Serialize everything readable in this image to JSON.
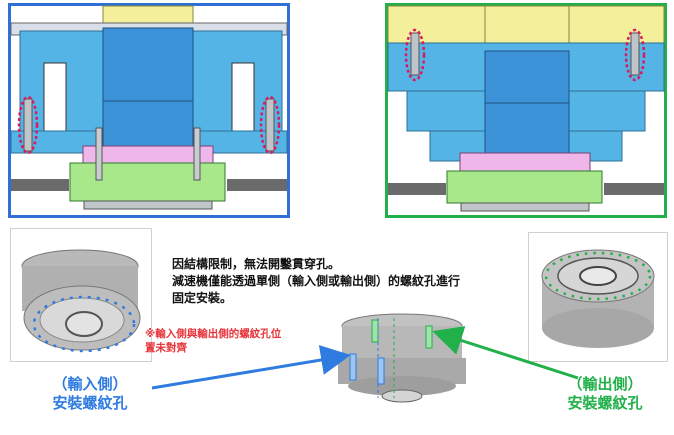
{
  "description_text": {
    "line1": "因結構限制，無法開鑿貫穿孔。",
    "line2": "減速機僅能透過單側（輸入側或輸出側）的螺紋孔進行",
    "line3": "固定安裝。"
  },
  "warning_text": {
    "line1": "※輸入側與輸出側的螺紋孔位",
    "line2": "置未對齊"
  },
  "input_side_label": {
    "line1": "（輸入側）",
    "line2": "安裝螺紋孔"
  },
  "output_side_label": {
    "line1": "（輸出側）",
    "line2": "安裝螺紋孔"
  },
  "colors": {
    "input_frame": "#2f6fd6",
    "output_frame": "#22b04a",
    "housing_yellow": "#f3ef9a",
    "housing_blue": "#55b4e6",
    "shaft_blue": "#3d93d8",
    "pink_part": "#efb6ea",
    "green_part": "#a8e88a",
    "highlight_ring": "#d81b60",
    "warning_red": "#e8343a"
  }
}
